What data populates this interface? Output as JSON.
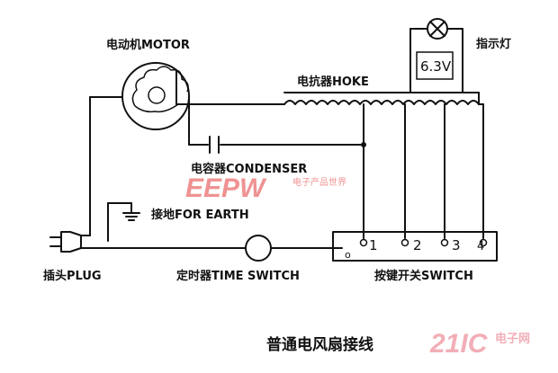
{
  "labels": {
    "motor": "电动机MOTOR",
    "choke": "电抗器HOKE",
    "indicator": "指示灯",
    "lamp_voltage": "6.3V",
    "condenser": "电容器CONDENSER",
    "earth": "接地FOR  EARTH",
    "plug": "插头PLUG",
    "timer": "定时器TIME SWITCH",
    "switch": "按键开关SWITCH",
    "caption": "普通电风扇接线"
  },
  "switch_terminals": [
    "1",
    "2",
    "3",
    "4"
  ],
  "switch_common": "o",
  "watermarks": {
    "eepw_logo": "EEPW",
    "eepw_text": "电子产品世界",
    "site_logo": "21IC",
    "site_text": "电子网"
  },
  "colors": {
    "ink": "#111111",
    "eepw_red": "#e33a3a",
    "site_pink": "#f09aa6"
  },
  "icons": [
    "motor-icon",
    "lamp-icon",
    "earth-icon",
    "plug-icon",
    "timer-icon",
    "capacitor-icon",
    "choke-coil-icon"
  ]
}
